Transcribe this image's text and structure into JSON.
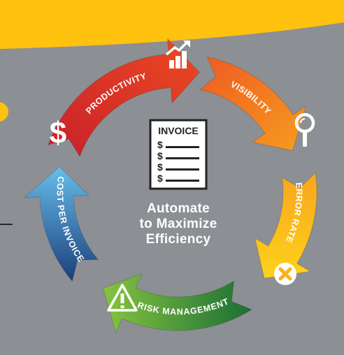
{
  "diagram": {
    "segments": [
      {
        "label": "PRODUCTIVITY",
        "icon": "growth-chart-icon",
        "color_start": "#d42a2c",
        "color_end": "#ef5a1e"
      },
      {
        "label": "VISIBILITY",
        "icon": "magnifier-icon",
        "color_start": "#f06a24",
        "color_end": "#f49a20"
      },
      {
        "label": "ERROR RATE",
        "icon": "x-circle-icon",
        "color_start": "#fbc11a",
        "color_end": "#f7a821"
      },
      {
        "label": "RISK MANAGEMENT",
        "icon": "warning-triangle-icon",
        "color_start": "#1e7a3e",
        "color_end": "#7cc242"
      },
      {
        "label": "COST PER INVOICE",
        "icon": "dollar-icon",
        "color_start": "#1c4f8f",
        "color_end": "#5fb6e8"
      }
    ],
    "invoice_icon": {
      "title": "INVOICE",
      "line_symbols": [
        "$",
        "$",
        "$",
        "$"
      ]
    },
    "center_caption": {
      "line1": "Automate",
      "line2": "to Maximize",
      "line3": "Efficiency"
    },
    "colors": {
      "background": "#8c8f93",
      "top_band": "#ffc20e",
      "accent_yellow": "#ffc20e"
    }
  }
}
